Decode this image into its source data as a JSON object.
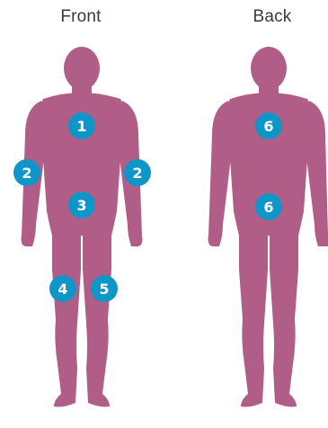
{
  "labels": {
    "front": "Front",
    "back": "Back"
  },
  "colors": {
    "body": "#b05e88",
    "marker": "#0f96c8",
    "marker_text": "#ffffff",
    "label_text": "#3a3a3a"
  },
  "markers": {
    "front_chest": "1",
    "front_right_arm": "2",
    "front_left_arm": "2",
    "front_abdomen": "3",
    "front_right_thigh": "4",
    "front_left_thigh": "5",
    "back_upper": "6",
    "back_lower": "6"
  }
}
